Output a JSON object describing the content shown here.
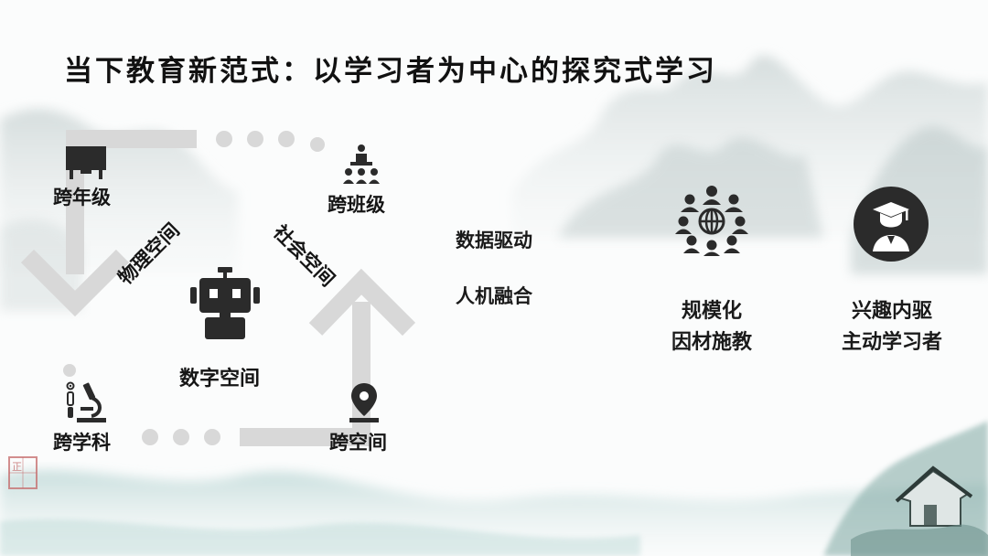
{
  "slide": {
    "title": "当下教育新范式：以学习者为中心的探究式学习"
  },
  "cycle": {
    "corners": {
      "top_left": "跨年级",
      "top_right": "跨班级",
      "bottom_left": "跨学科",
      "bottom_right": "跨空间"
    },
    "spaces": {
      "physical": "物理空间",
      "social": "社会空间",
      "digital": "数字空间"
    }
  },
  "drivers": {
    "line1": "数据驱动",
    "line2": "人机融合"
  },
  "outcomes": {
    "scale": {
      "line1": "规模化",
      "line2": "因材施教"
    },
    "interest": {
      "line1": "兴趣内驱",
      "line2": "主动学习者"
    }
  },
  "seal": {
    "text": "正"
  },
  "icons": {
    "top_left": "blackboard-icon",
    "top_right": "lecturer-audience-icon",
    "bottom_left": "microscope-icon",
    "bottom_right": "location-pin-icon",
    "center": "robot-icon",
    "scale": "global-network-people-icon",
    "interest": "graduate-student-icon"
  },
  "colors": {
    "icon": "#2b2b2b",
    "arrow": "#d8d8d8",
    "text": "#151515"
  }
}
